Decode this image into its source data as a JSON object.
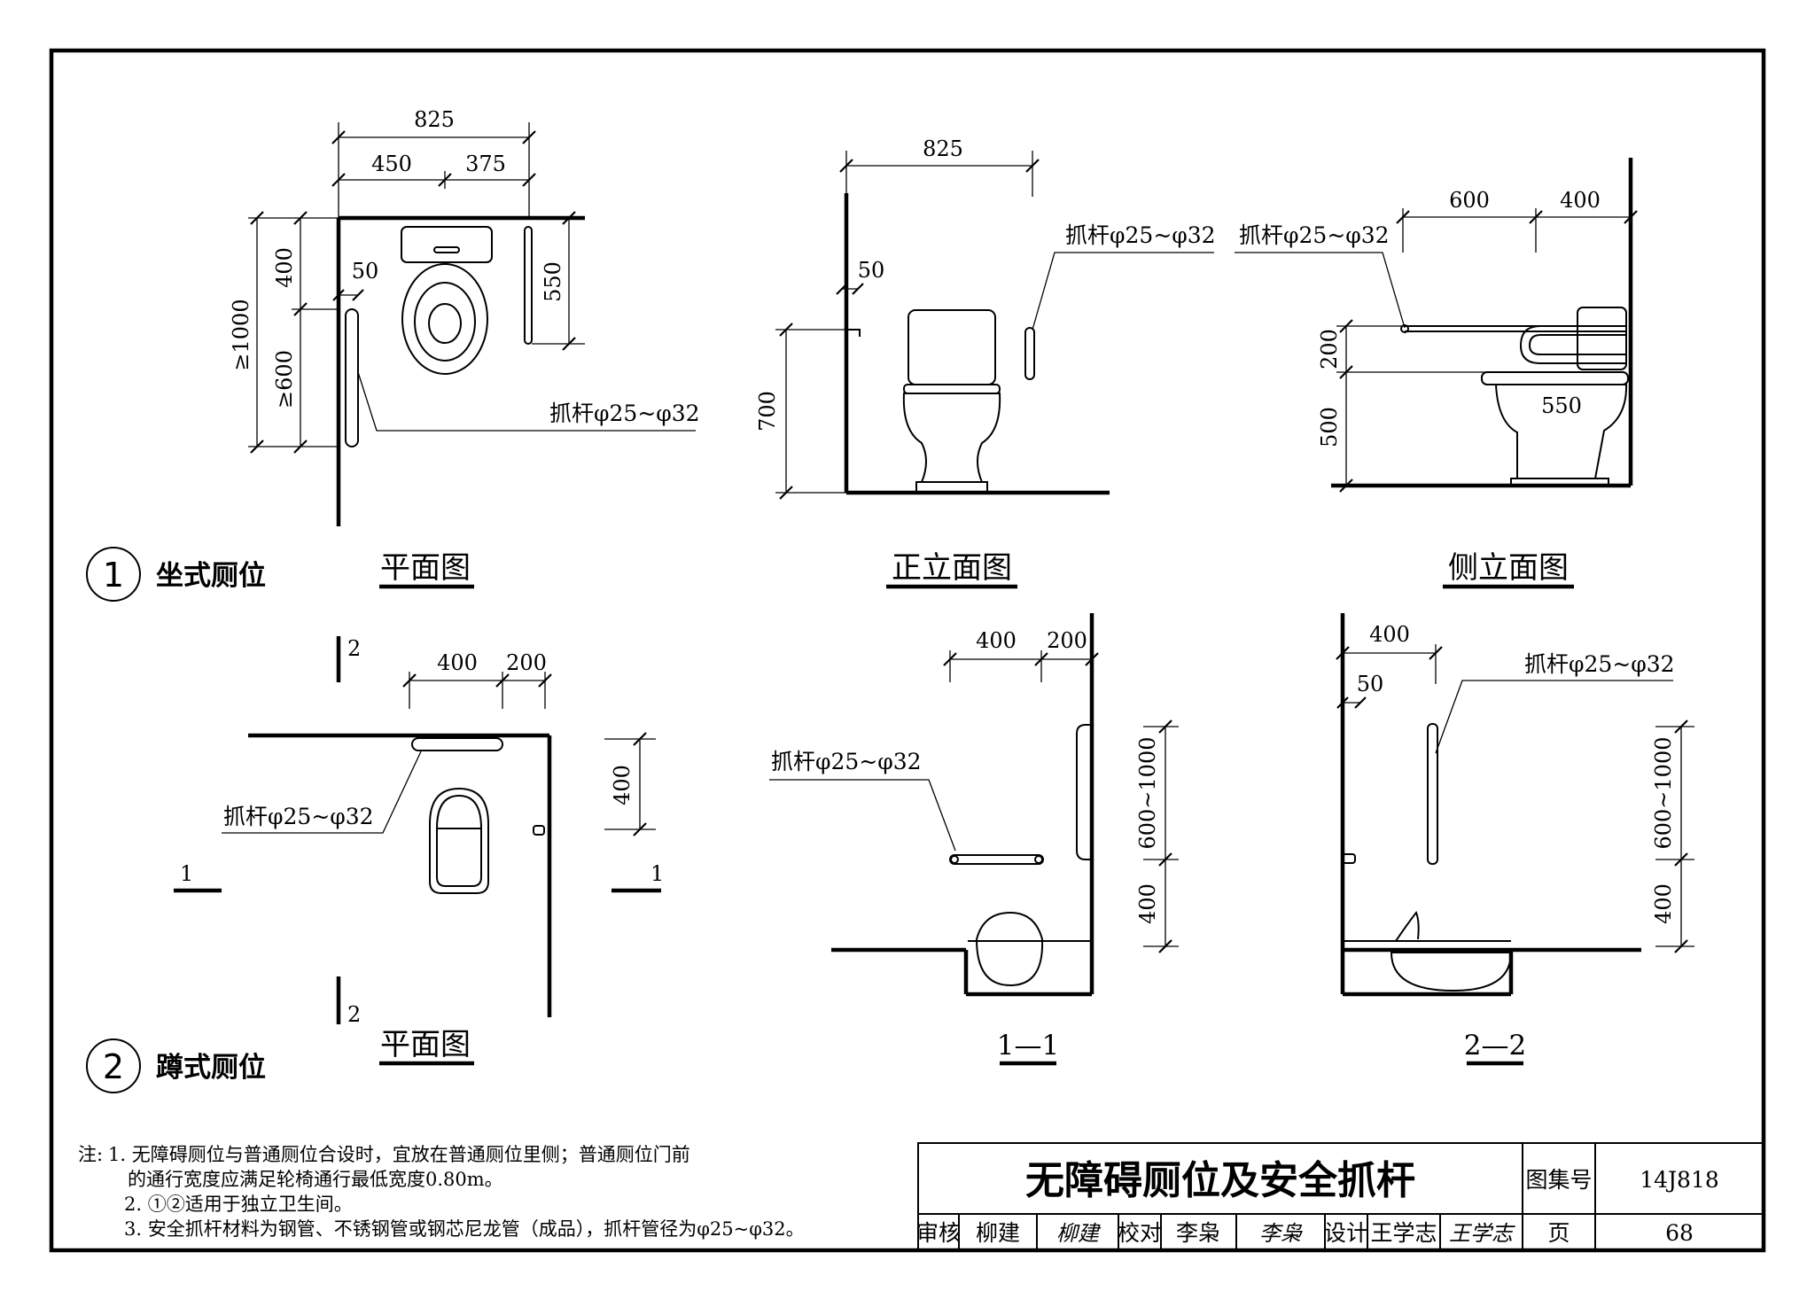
{
  "dims": {
    "d825": "825",
    "d450": "450",
    "d375": "375",
    "d400": "400",
    "d550": "550",
    "d50": "50",
    "d1000": "≥1000",
    "d600min": "≥600",
    "d700": "700",
    "d600": "600",
    "d200": "200",
    "d500": "500",
    "d600_1000": "600~1000"
  },
  "grab_bar_label": "抓杆φ25~φ32",
  "views": {
    "plan": "平面图",
    "front": "正立面图",
    "side": "侧立面图",
    "sec11": "1—1",
    "sec22": "2—2"
  },
  "markers": {
    "s1": "1",
    "s2": "2"
  },
  "captions": {
    "c1_num": "1",
    "c1_text": "坐式厕位",
    "c2_num": "2",
    "c2_text": "蹲式厕位"
  },
  "notes": {
    "label": "注:",
    "n1a": "1. 无障碍厕位与普通厕位合设时，宜放在普通厕位里侧；普通厕位门前",
    "n1b": "的通行宽度应满足轮椅通行最低宽度0.80m。",
    "n2": "2. ①②适用于独立卫生间。",
    "n3": "3. 安全抓杆材料为钢管、不锈钢管或钢芯尼龙管（成品），抓杆管径为φ25~φ32。"
  },
  "title_block": {
    "title": "无障碍厕位及安全抓杆",
    "atlas_label": "图集号",
    "atlas_no": "14J818",
    "review_label": "审核",
    "reviewer": "柳建",
    "reviewer_sig": "柳建",
    "check_label": "校对",
    "checker": "李枭",
    "checker_sig": "李枭",
    "design_label": "设计",
    "designer": "王学志",
    "designer_sig": "王学志",
    "page_label": "页",
    "page_no": "68"
  }
}
